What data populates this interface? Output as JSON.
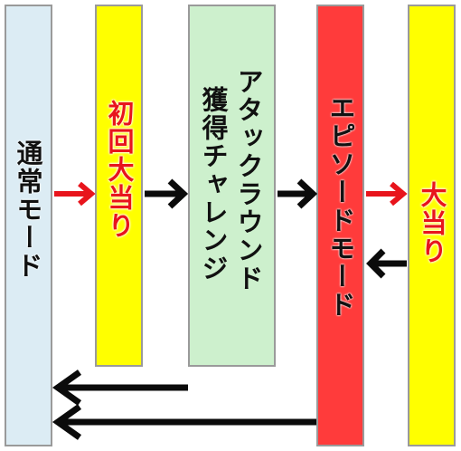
{
  "colors": {
    "normal_mode": "#dcecf4",
    "first_hit": "#ffff00",
    "attack_round": "#cdf0cd",
    "episode_mode": "#ff3b3b",
    "big_hit": "#ffff00",
    "arrow_red": "#e8141c",
    "arrow_black": "#0b0b0b"
  },
  "nodes": {
    "normal_mode": "通常モード",
    "first_hit": "初回大当り",
    "attack_round_line1": "アタックラウンド",
    "attack_round_line2": "獲得チャレンジ",
    "episode_mode": "エピソードモード",
    "big_hit": "大当り"
  }
}
